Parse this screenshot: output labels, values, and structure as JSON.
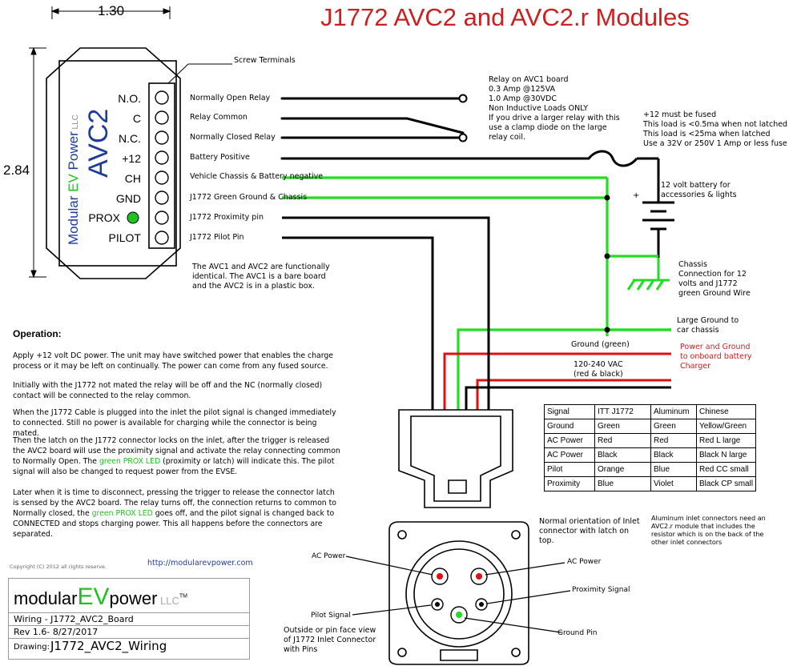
{
  "title": "J1772 AVC2 and AVC2.r Modules",
  "dimensions": {
    "width": "1.30",
    "height": "2.84"
  },
  "screw_terminals_label": "Screw Terminals",
  "module": {
    "brand_vertical_1": "Modular ",
    "brand_vertical_ev": "EV",
    "brand_vertical_2": " Power",
    "brand_vertical_llc": " LLC",
    "model": "AVC2",
    "terminals": [
      "N.O.",
      "C",
      "N.C.",
      "+12",
      "CH",
      "GND",
      "PROX",
      "PILOT"
    ]
  },
  "wire_labels": [
    "Normally Open Relay",
    "Relay Common",
    "Normally Closed Relay",
    "Battery Positive",
    "Vehicle Chassis & Battery negative",
    "J1772 Green Ground & Chassis",
    "J1772 Proximity pin",
    "J1772 Pilot Pin"
  ],
  "relay_note": [
    "Relay on AVC1 board",
    "0.3 Amp @125VA",
    "1.0 Amp @30VDC",
    "Non Inductive Loads ONLY",
    "If you drive a larger relay with this",
    "use a clamp diode on the large",
    "relay coil."
  ],
  "fuse_note": [
    "+12 must be fused",
    "This load is <0.5ma when not latched",
    "This load is <25ma when latched",
    "Use a 32V or 250V 1 Amp or less fuse"
  ],
  "battery_note": [
    "12 volt battery for",
    "accessories & lights"
  ],
  "battery_plus": "+",
  "chassis_note": [
    "Chassis",
    "Connection for 12",
    "volts and J1772",
    "green Ground Wire"
  ],
  "avc1_note": [
    "The AVC1 and AVC2 are functionally",
    "identical.  The AVC1 is a bare board",
    "and the AVC2 is in a plastic box."
  ],
  "large_ground_note": [
    "Large Ground to",
    "car chassis"
  ],
  "power_ground_note": [
    "Power and Ground",
    "to onboard battery",
    "Charger"
  ],
  "ground_green_label": "Ground (green)",
  "vac_label": [
    "120-240 VAC",
    "(red & black)"
  ],
  "operation": {
    "heading": "Operation:",
    "p1": "Apply +12 volt DC power.  The unit may have switched power that enables the charge process or it may be left on continually.  The power can come from any fused source.",
    "p2": "Initially with the J1772 not mated the relay will be off and the NC (normally closed) contact will be connected to the relay common.",
    "p3": "When the J1772 Cable is plugged into the inlet the pilot signal is changed immediately to connected.  Still no power is available for charging while the connector is being mated.",
    "p4a": "Then the latch on the J1772 connector locks on the inlet, after the trigger is released the AVC2 board will use the proximity signal and activate the relay connecting common to Normally Open.  The ",
    "p4g": "green PROX LED",
    "p4b": " (proximity or latch) will indicate this.  The pilot signal will also be changed to request power from the EVSE.",
    "p5a": "Later when it is time to disconnect, pressing the trigger to release the connector latch is sensed by the AVC2 board.  The relay turns off, the connection returns to common to Normally closed, the ",
    "p5g": "green PROX LED",
    "p5b": " goes off, and the pilot signal is changed back to CONNECTED and stops charging power.  This all happens before the connectors are separated."
  },
  "signal_table": {
    "headers": [
      "Signal",
      "ITT J1772",
      "Aluminum",
      "Chinese"
    ],
    "rows": [
      [
        "Ground",
        "Green",
        "Green",
        "Yellow/Green"
      ],
      [
        "AC Power",
        "Red",
        "Red",
        "Red L large"
      ],
      [
        "AC Power",
        "Black",
        "Black",
        "Black N large"
      ],
      [
        "Pilot",
        "Orange",
        "Blue",
        "Red CC small"
      ],
      [
        "Proximity",
        "Blue",
        "Violet",
        "Black CP small"
      ]
    ]
  },
  "inlet_orientation_note": [
    "Normal orientation of Inlet",
    "connector with latch on",
    "top."
  ],
  "aluminum_note": [
    "Aluminum inlet connectors need an",
    "AVC2.r module that includes the",
    "resistor which is on the back of the",
    "other inlet connectors"
  ],
  "pin_labels": {
    "ac_left": "AC Power",
    "ac_right": "AC Power",
    "proximity": "Proximity Signal",
    "pilot": "Pilot Signal",
    "ground": "Ground Pin"
  },
  "face_view_note": [
    "Outside or pin face view",
    "of J1772 Inlet Connector",
    "with Pins"
  ],
  "copyright": "Copyright (C) 2012 all rights reserve.",
  "url": "http://modularevpower.com",
  "title_block": {
    "brand_1": "modular",
    "brand_ev": "EV",
    "brand_2": "power",
    "brand_llc": " LLC",
    "tm": "TM",
    "wiring": "Wiring - J1772_AVC2_Board",
    "rev": "Rev 1.6- 8/27/2017",
    "drawing_label": "Drawing:",
    "drawing": "J1772_AVC2_Wiring"
  },
  "colors": {
    "title": "#cc1f1f",
    "green_wire": "#22dd22",
    "red_wire": "#dd1111",
    "black_wire": "#000000",
    "led": "#22c022"
  }
}
